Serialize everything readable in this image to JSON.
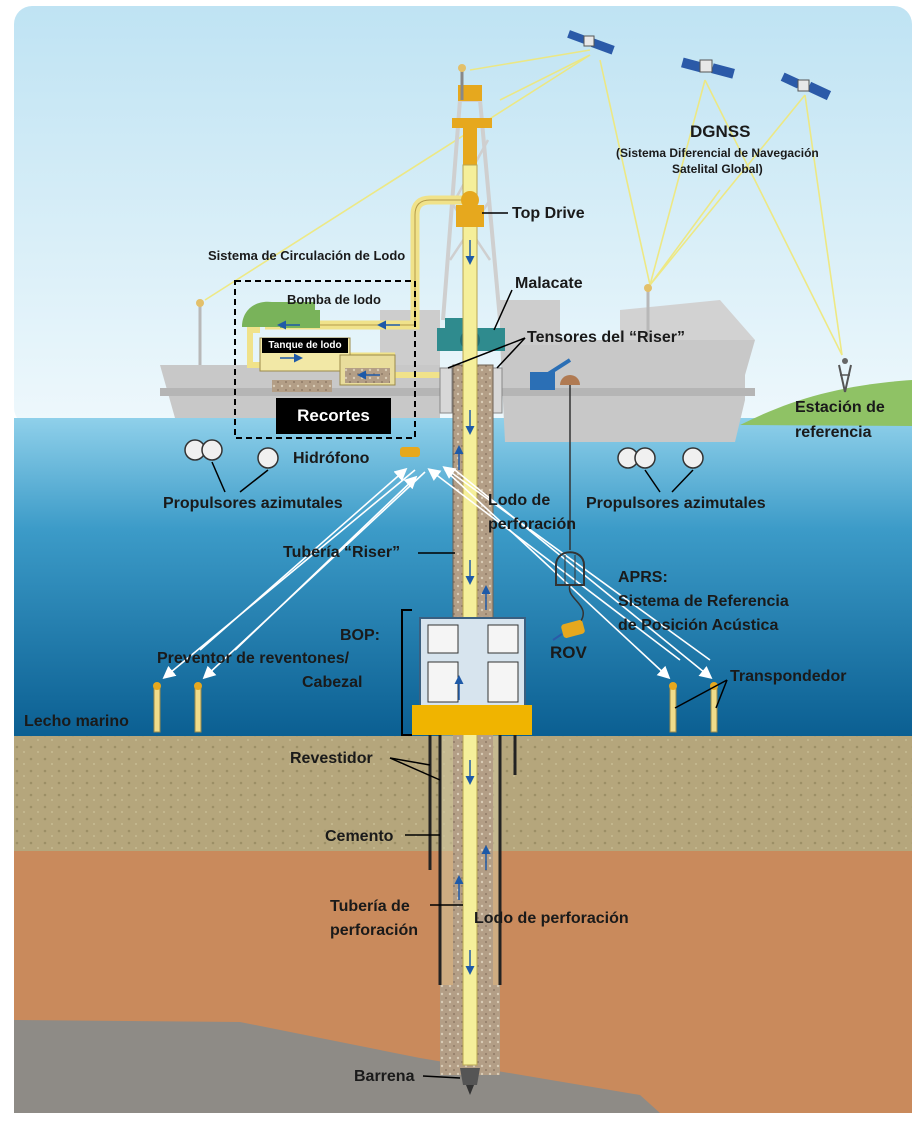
{
  "labels": {
    "dgnss_title": "DGNSS",
    "dgnss_line1": "(Sistema Diferencial de Navegación",
    "dgnss_line2": "Satelital Global)",
    "top_drive": "Top Drive",
    "mud_system": "Sistema de Circulación de Lodo",
    "malacate": "Malacate",
    "bomba": "Bomba de lodo",
    "tanque": "Tanque de lodo",
    "tensores": "Tensores del “Riser”",
    "recortes": "Recortes",
    "estacion_1": "Estación de",
    "estacion_2": "referencia",
    "hidrofono": "Hidrófono",
    "propulsores_left": "Propulsores azimutales",
    "propulsores_right": "Propulsores azimutales",
    "lodo_1": "Lodo de",
    "lodo_2": "perforación",
    "riser": "Tubería “Riser”",
    "aprs_1": "APRS:",
    "aprs_2": "Sistema de Referencia",
    "aprs_3": "de Posición Acústica",
    "bop_1": "BOP:",
    "bop_2": "Preventor de reventones/",
    "bop_3": "Cabezal",
    "rov": "ROV",
    "transpondedor": "Transpondedor",
    "lecho": "Lecho marino",
    "revestidor": "Revestidor",
    "cemento": "Cemento",
    "tuberia_1": "Tubería de",
    "tuberia_2": "perforación",
    "lodo_bottom": "Lodo de perforación",
    "barrena": "Barrena"
  },
  "colors": {
    "sky": "#dff0f8",
    "sea_top": "#7ec5e3",
    "sea_bottom": "#0c6a9c",
    "seabed": "#b5a67c",
    "formation": "#c98a5c",
    "rock": "#8e8b86",
    "pipe": "#f5ef9a",
    "derrick": "#e6a81e",
    "arrow": "#1e5aa8",
    "land": "#8fc265",
    "ship": "#c8c8c8"
  }
}
